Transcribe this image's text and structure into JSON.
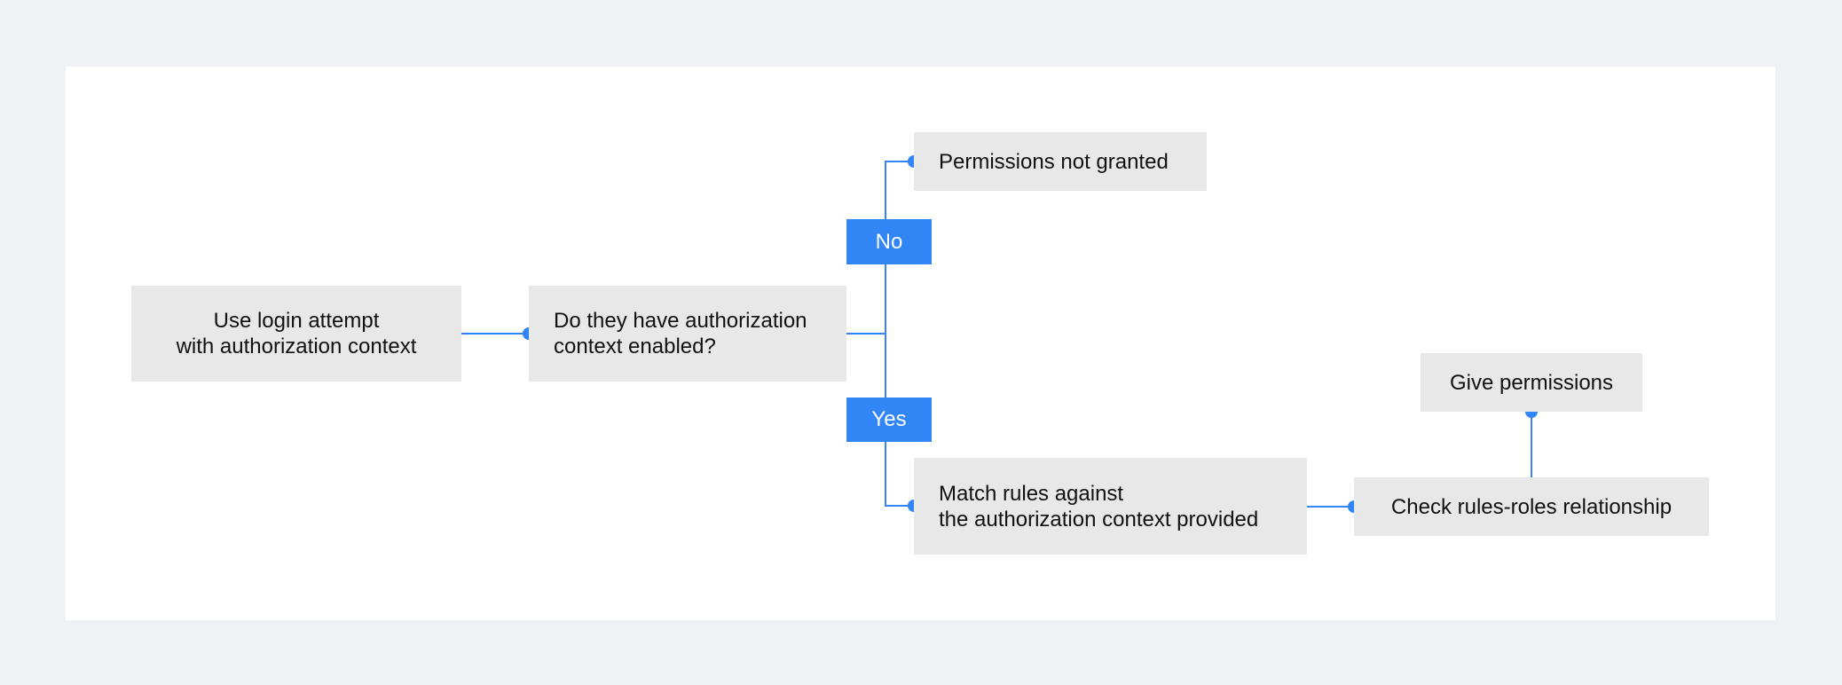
{
  "colors": {
    "background": "#f0f1f4",
    "canvas": "#ffffff",
    "node_fill": "#e8e8e8",
    "accent": "#3185f4",
    "text": "#111111"
  },
  "nodes": {
    "login": "Use login attempt\nwith authorization context",
    "question": "Do they have authorization\ncontext enabled?",
    "not_granted": "Permissions not granted",
    "match": "Match rules against\nthe authorization context provided",
    "check": "Check rules-roles relationship",
    "give": "Give permissions"
  },
  "badges": {
    "no": "No",
    "yes": "Yes"
  }
}
